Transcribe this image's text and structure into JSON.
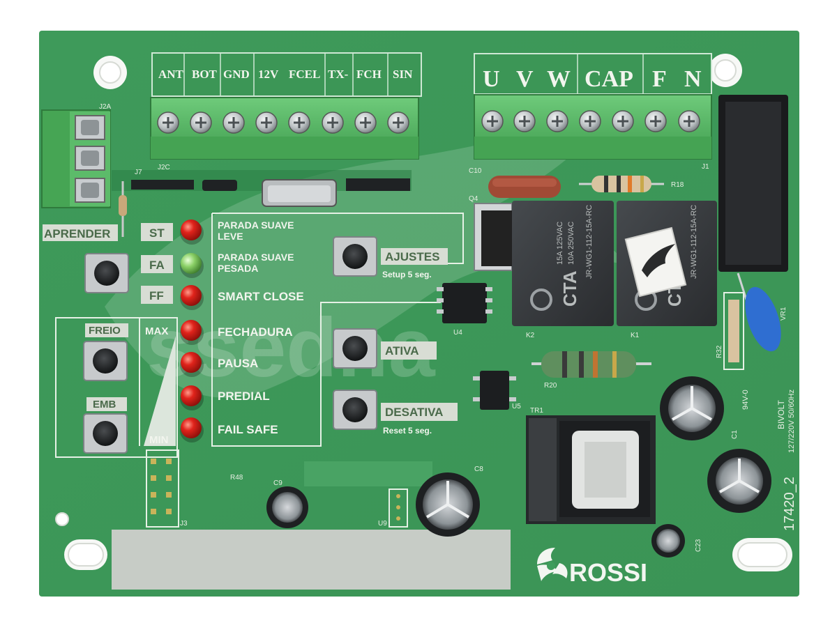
{
  "left_terminal_labels": [
    "ANT",
    "BOT",
    "GND",
    "12V",
    "FCEL",
    "TX-",
    "FCH",
    "SIN"
  ],
  "right_terminal_labels": [
    "U",
    "V",
    "W",
    "CAP",
    "F",
    "N"
  ],
  "buttons": {
    "aprender": "APRENDER",
    "ajustes": "AJUSTES",
    "ajustes_note": "Setup 5 seg.",
    "ativa": "ATIVA",
    "desativa": "DESATIVA",
    "desativa_note": "Reset 5 seg.",
    "freio": "FREIO",
    "emb": "EMB",
    "max": "MAX",
    "min": "MIN"
  },
  "status_leds": [
    {
      "label": "ST",
      "color": "#e0231b"
    },
    {
      "label": "FA",
      "color": "#7dc95a"
    },
    {
      "label": "FF",
      "color": "#e0231b"
    },
    {
      "label": "",
      "color": "#e0231b"
    },
    {
      "label": "",
      "color": "#e0231b"
    },
    {
      "label": "",
      "color": "#e0231b"
    },
    {
      "label": "",
      "color": "#e0231b"
    }
  ],
  "function_labels": {
    "parada_leve_1": "PARADA SUAVE",
    "parada_leve_2": "LEVE",
    "parada_pesada_1": "PARADA SUAVE",
    "parada_pesada_2": "PESADA",
    "smart_close": "SMART CLOSE",
    "fechadura": "FECHADURA",
    "pausa": "PAUSA",
    "predial": "PREDIAL",
    "fail_safe": "FAIL SAFE"
  },
  "component_refs": {
    "j2a": "J2A",
    "j7": "J7",
    "j2c": "J2C",
    "j1": "J1",
    "j3": "J3",
    "c10": "C10",
    "q4": "Q4",
    "r18": "R18",
    "k2": "K2",
    "k1": "K1",
    "u4": "U4",
    "u5": "U5",
    "r20": "R20",
    "r32": "R32",
    "vr1": "VR1",
    "tr1": "TR1",
    "c1": "C1",
    "c9": "C9",
    "c8": "C8",
    "u9": "U9",
    "r48": "R48",
    "c23": "C23"
  },
  "relay_text": {
    "brand": "CTA",
    "spec_1": "15A 125VAC",
    "spec_2": "10A 250VAC",
    "part": "JR-WG1-112-15A-RC"
  },
  "board_info": {
    "model": "17420_2",
    "voltage": "127/220V 50/60Hz",
    "bivolt": "BIVOLT",
    "ul": "94V-0"
  },
  "brand": "ROSSI",
  "colors": {
    "board": "#3f9d5c",
    "terminal_block": "#5cbb6a",
    "led_red": "#e0231b",
    "led_green": "#7dc95a",
    "relay": "#3a3d40"
  }
}
